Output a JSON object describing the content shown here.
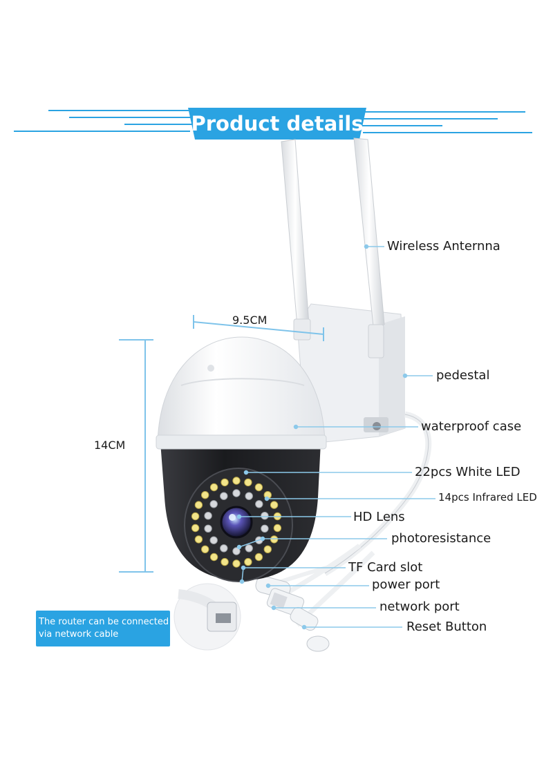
{
  "title": "Product details",
  "dimensions": {
    "width_label": "9.5CM",
    "height_label": "14CM"
  },
  "callouts": [
    {
      "id": "antenna",
      "label": "Wireless Anternna"
    },
    {
      "id": "pedestal",
      "label": "pedestal"
    },
    {
      "id": "case",
      "label": "waterproof case"
    },
    {
      "id": "white-led",
      "label": "22pcs White LED"
    },
    {
      "id": "ir-led",
      "label": "14pcs Infrared LED"
    },
    {
      "id": "lens",
      "label": "HD Lens"
    },
    {
      "id": "photo",
      "label": "photoresistance"
    },
    {
      "id": "tf",
      "label": "TF Card slot"
    },
    {
      "id": "power",
      "label": "power port"
    },
    {
      "id": "network",
      "label": "network port"
    },
    {
      "id": "reset",
      "label": "Reset Button"
    }
  ],
  "note": {
    "line1": "The router can be connected",
    "line2": "via network cable"
  },
  "colors": {
    "accent": "#2aa3e2",
    "callout_line": "#8cc9ea",
    "dimension_line": "#7ec3ea",
    "camera_white": "#f4f5f7",
    "camera_black": "#1c1d20"
  }
}
